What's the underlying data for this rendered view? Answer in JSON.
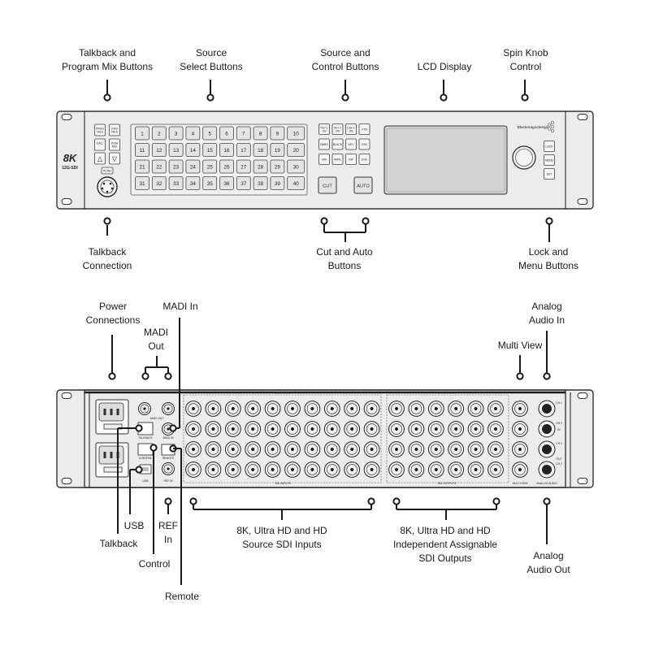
{
  "front_panel": {
    "callouts_top": [
      {
        "id": "talkback-program-mix",
        "lines": [
          "Talkback and",
          "Program Mix Buttons"
        ]
      },
      {
        "id": "source-select",
        "lines": [
          "Source",
          "Select Buttons"
        ]
      },
      {
        "id": "source-control",
        "lines": [
          "Source and",
          "Control  Buttons"
        ]
      },
      {
        "id": "lcd-display",
        "lines": [
          "LCD Display"
        ]
      },
      {
        "id": "spin-knob",
        "lines": [
          "Spin Knob",
          "Control"
        ]
      }
    ],
    "callouts_bottom": [
      {
        "id": "talkback-connection",
        "lines": [
          "Talkback",
          "Connection"
        ]
      },
      {
        "id": "cut-auto",
        "lines": [
          "Cut and Auto",
          "Buttons"
        ]
      },
      {
        "id": "lock-menu",
        "lines": [
          "Lock and",
          "Menu Buttons"
        ]
      }
    ],
    "model_badge": "8K",
    "model_sub": "12G-SDI",
    "brand": "Blackmagicdesign",
    "left_buttons": [
      "PROG TALK",
      "ENG TALK",
      "CALL",
      "PGM MIX",
      "△",
      "▽"
    ],
    "push_label": "PUSH",
    "source_buttons": [
      "1",
      "2",
      "3",
      "4",
      "5",
      "6",
      "7",
      "8",
      "9",
      "10",
      "11",
      "12",
      "13",
      "14",
      "15",
      "16",
      "17",
      "18",
      "19",
      "20",
      "21",
      "22",
      "23",
      "24",
      "25",
      "26",
      "27",
      "28",
      "29",
      "30",
      "31",
      "32",
      "33",
      "34",
      "35",
      "36",
      "37",
      "38",
      "39",
      "40"
    ],
    "control_buttons": [
      "KEY 1 ON",
      "KEY 2 ON",
      "DSK 1 ON",
      "FTB",
      "BARS",
      "BLACK",
      "KEY",
      "DSK",
      "MIX",
      "WIPE",
      "DIP",
      "DVE"
    ],
    "cut_label": "CUT",
    "auto_label": "AUTO",
    "right_buttons": [
      "LOCK",
      "MENU",
      "SET"
    ]
  },
  "rear_panel": {
    "callouts_top": [
      {
        "id": "power",
        "lines": [
          "Power",
          "Connections"
        ]
      },
      {
        "id": "madi-in",
        "lines": [
          "MADI In"
        ]
      },
      {
        "id": "madi-out",
        "lines": [
          "MADI",
          "Out"
        ]
      },
      {
        "id": "analog-audio-in",
        "lines": [
          "Analog",
          "Audio In"
        ]
      },
      {
        "id": "multi-view",
        "lines": [
          "Multi View"
        ]
      }
    ],
    "callouts_bottom": [
      {
        "id": "usb",
        "lines": [
          "USB"
        ]
      },
      {
        "id": "ref-in",
        "lines": [
          "REF",
          "In"
        ]
      },
      {
        "id": "talkback",
        "lines": [
          "Talkback"
        ]
      },
      {
        "id": "control",
        "lines": [
          "Control"
        ]
      },
      {
        "id": "remote",
        "lines": [
          "Remote"
        ]
      },
      {
        "id": "sdi-inputs",
        "lines": [
          "8K, Ultra HD and HD",
          "Source SDI Inputs"
        ]
      },
      {
        "id": "sdi-outputs",
        "lines": [
          "8K, Ultra HD and HD",
          "Independent Assignable",
          "SDI Outputs"
        ]
      },
      {
        "id": "analog-audio-out",
        "lines": [
          "Analog",
          "Audio Out"
        ]
      }
    ],
    "panel_labels": {
      "madi_out": "MADI OUT",
      "talkback": "TALKBACK",
      "madi_in": "MADI IN",
      "control": "CONTROL",
      "remote": "REMOTE",
      "usb": "USB",
      "ref_in": "REF IN",
      "sdi_inputs_top": "8K INPUTS",
      "sdi_inputs_bottom": "SDI INPUTS",
      "sdi_outputs_top": "8K OUTPUTS",
      "sdi_outputs_bottom": "SDI OUTPUTS",
      "multiview": "MULTIVIEW",
      "analog_audio": "ANALOG AUDIO",
      "ch_labels": [
        "CH 1",
        "CH 2",
        "CH 1",
        "CH 2"
      ],
      "in_label": "IN",
      "out_label": "OUT"
    }
  },
  "colors": {
    "line": "#1a1a1a",
    "panel": "#ececec",
    "panel_stroke": "#333333",
    "button": "#e4e4e4",
    "lcd": "#d2d2d2"
  }
}
